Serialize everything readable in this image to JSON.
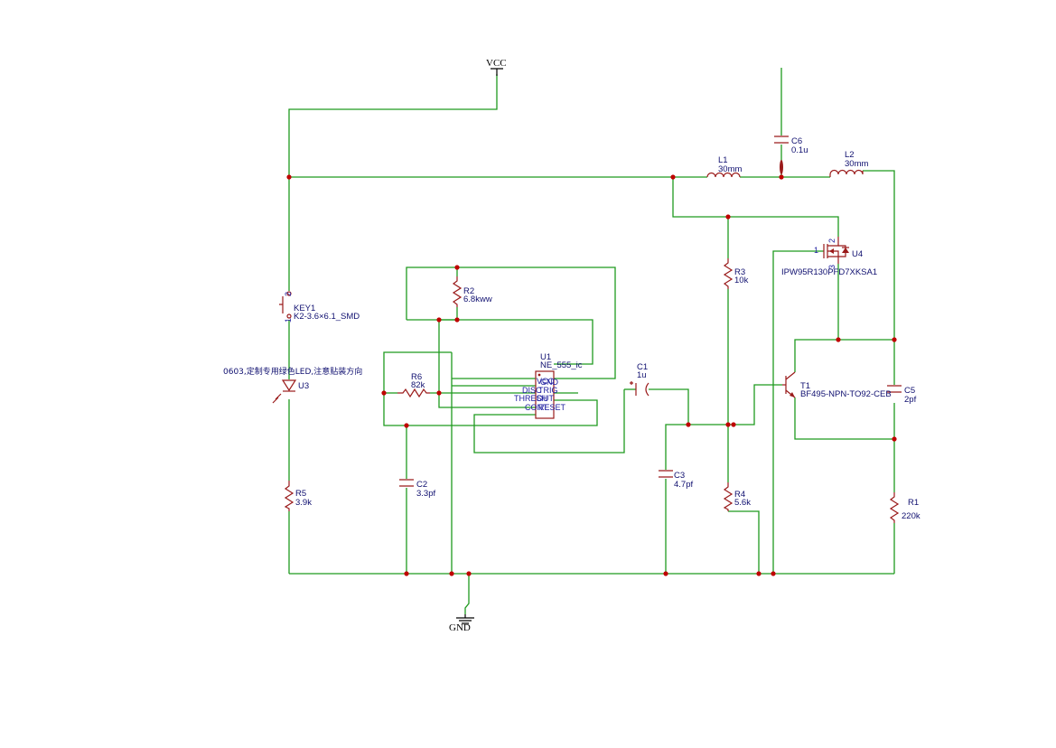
{
  "power": {
    "vcc": "VCC",
    "gnd": "GND"
  },
  "components": {
    "key1": {
      "ref": "KEY1",
      "value": "K2-3.6×6.1_SMD",
      "pin1": "1",
      "pin2": "2"
    },
    "u3": {
      "ref": "U3",
      "note": "0603,定制专用绿色LED,注意贴装方向"
    },
    "r5": {
      "ref": "R5",
      "value": "3.9k"
    },
    "r2": {
      "ref": "R2",
      "value": "6.8kww"
    },
    "r6": {
      "ref": "R6",
      "value": "82k"
    },
    "c2": {
      "ref": "C2",
      "value": "3.3pf"
    },
    "u1": {
      "ref": "U1",
      "value": "NE_555_ic",
      "pins": [
        "VCC",
        "GND",
        "DISC",
        "TRIG",
        "THRESH",
        "OUT",
        "CONT",
        "RESET"
      ]
    },
    "c1": {
      "ref": "C1",
      "value": "1u"
    },
    "c3": {
      "ref": "C3",
      "value": "4.7pf"
    },
    "r3": {
      "ref": "R3",
      "value": "10k"
    },
    "r4": {
      "ref": "R4",
      "value": "5.6k"
    },
    "l1": {
      "ref": "L1",
      "value": "30mm"
    },
    "l2": {
      "ref": "L2",
      "value": "30mm"
    },
    "c6": {
      "ref": "C6",
      "value": "0.1u"
    },
    "u4": {
      "ref": "U4",
      "value": "IPW95R130PFD7XKSA1",
      "pin1": "1",
      "pin2": "2",
      "pin3": "3"
    },
    "t1": {
      "ref": "T1",
      "value": "BF495-NPN-TO92-CEB"
    },
    "c5": {
      "ref": "C5",
      "value": "2pf"
    },
    "r1": {
      "ref": "R1",
      "value": "220k"
    }
  },
  "colors": {
    "wire": "#1f9a1f",
    "component": "#9a1a1a",
    "junction": "#c00000",
    "label": "#101070"
  }
}
